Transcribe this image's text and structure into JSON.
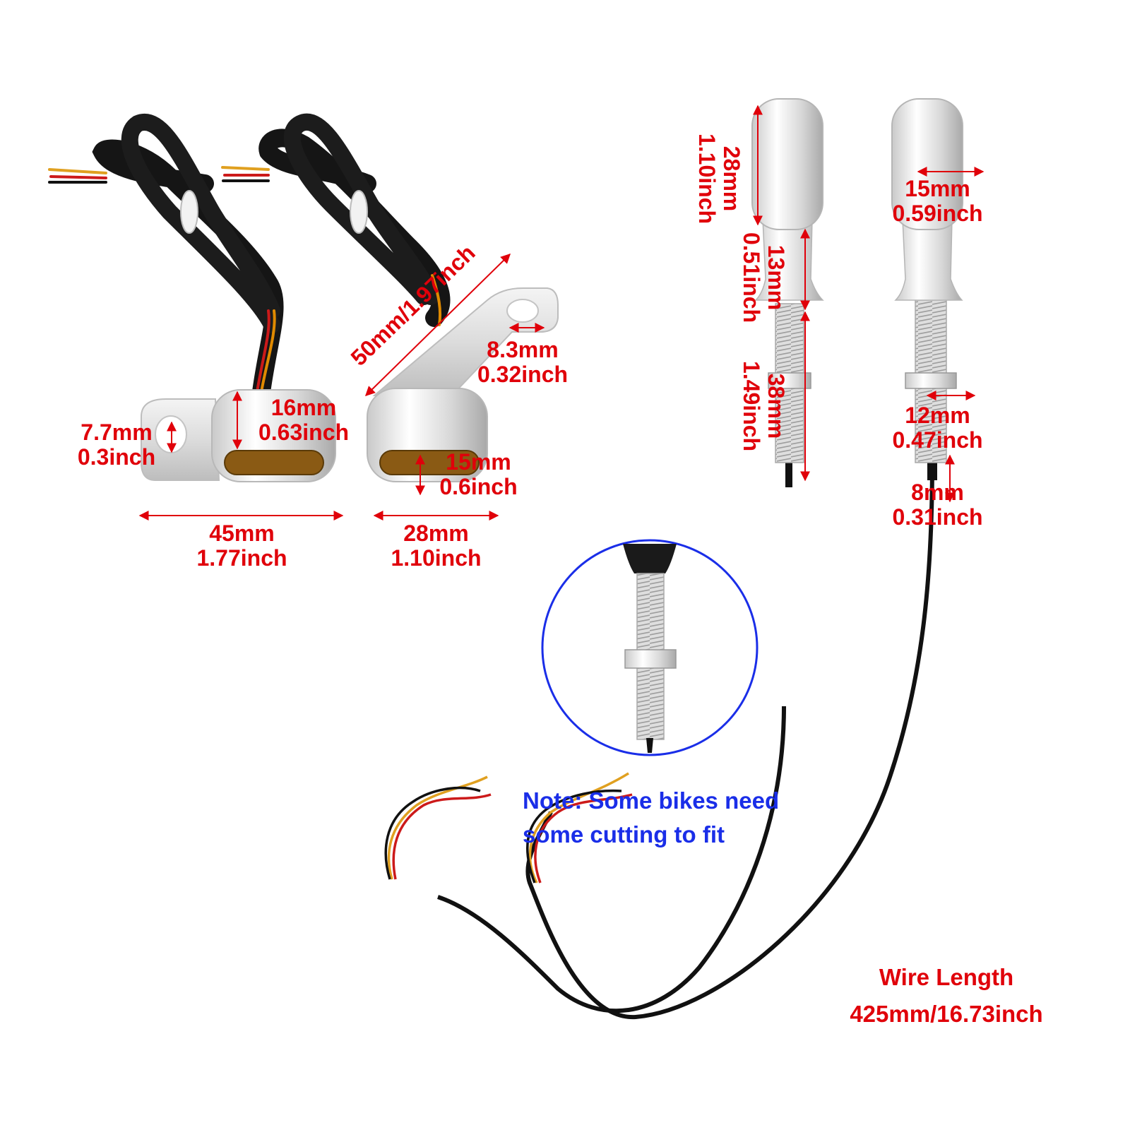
{
  "colors": {
    "dimension_text": "#e0000a",
    "note_text": "#1a2ee8",
    "detail_circle": "#1a2ee8",
    "wire": "#111111",
    "chrome": "#d9d9d9",
    "amber_lens": "#8a5a14"
  },
  "left_bracket": {
    "hole_dim": {
      "mm": "7.7mm",
      "inch": "0.3inch"
    },
    "height_dim": {
      "mm": "16mm",
      "inch": "0.63inch"
    },
    "width_dim": {
      "mm": "45mm",
      "inch": "1.77inch"
    }
  },
  "right_bracket": {
    "arm_dim": {
      "text": "50mm/1.97inch"
    },
    "hole_dim": {
      "mm": "8.3mm",
      "inch": "0.32inch"
    },
    "lens_dim": {
      "mm": "15mm",
      "inch": "0.6inch"
    },
    "width_dim": {
      "mm": "28mm",
      "inch": "1.10inch"
    }
  },
  "stud_light_left": {
    "head_height": {
      "mm": "28mm",
      "inch": "1.10inch"
    },
    "neck_height": {
      "mm": "13mm",
      "inch": "0.51inch"
    },
    "thread_length": {
      "mm": "38mm",
      "inch": "1.49inch"
    }
  },
  "stud_light_right": {
    "head_width": {
      "mm": "15mm",
      "inch": "0.59inch"
    },
    "nut_width": {
      "mm": "12mm",
      "inch": "0.47inch"
    },
    "thread_diameter": {
      "mm": "8mm",
      "inch": "0.31inch"
    }
  },
  "note": {
    "line1": "Note: Some bikes need",
    "line2": "some cutting to fit"
  },
  "wire_length": {
    "label": "Wire Length",
    "value": "425mm/16.73inch"
  }
}
